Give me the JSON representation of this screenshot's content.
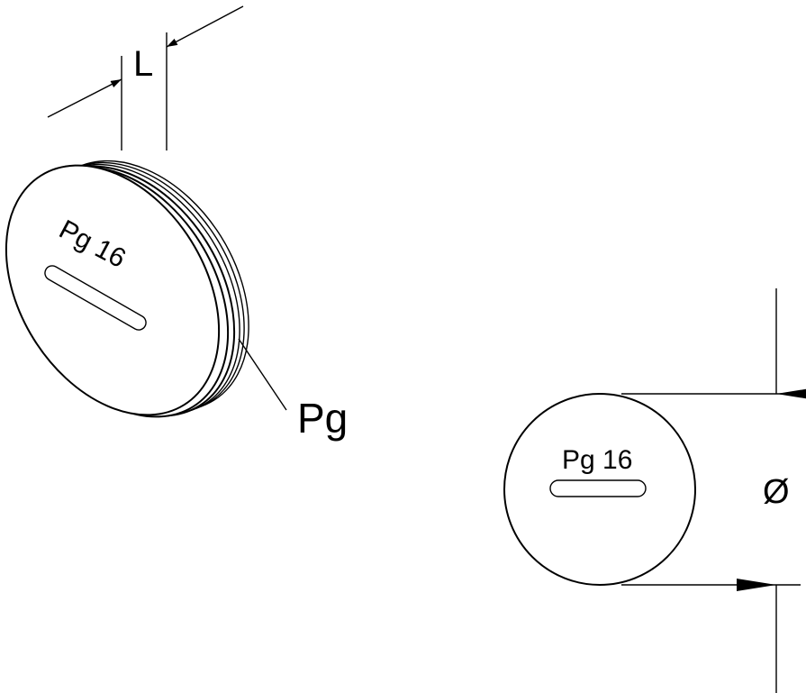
{
  "drawing": {
    "dimension_length_label": "L",
    "thread_label": "Pg",
    "diameter_symbol": "Ø",
    "cap_marking": "Pg 16",
    "colors": {
      "line": "#000000",
      "background": "#ffffff"
    }
  }
}
